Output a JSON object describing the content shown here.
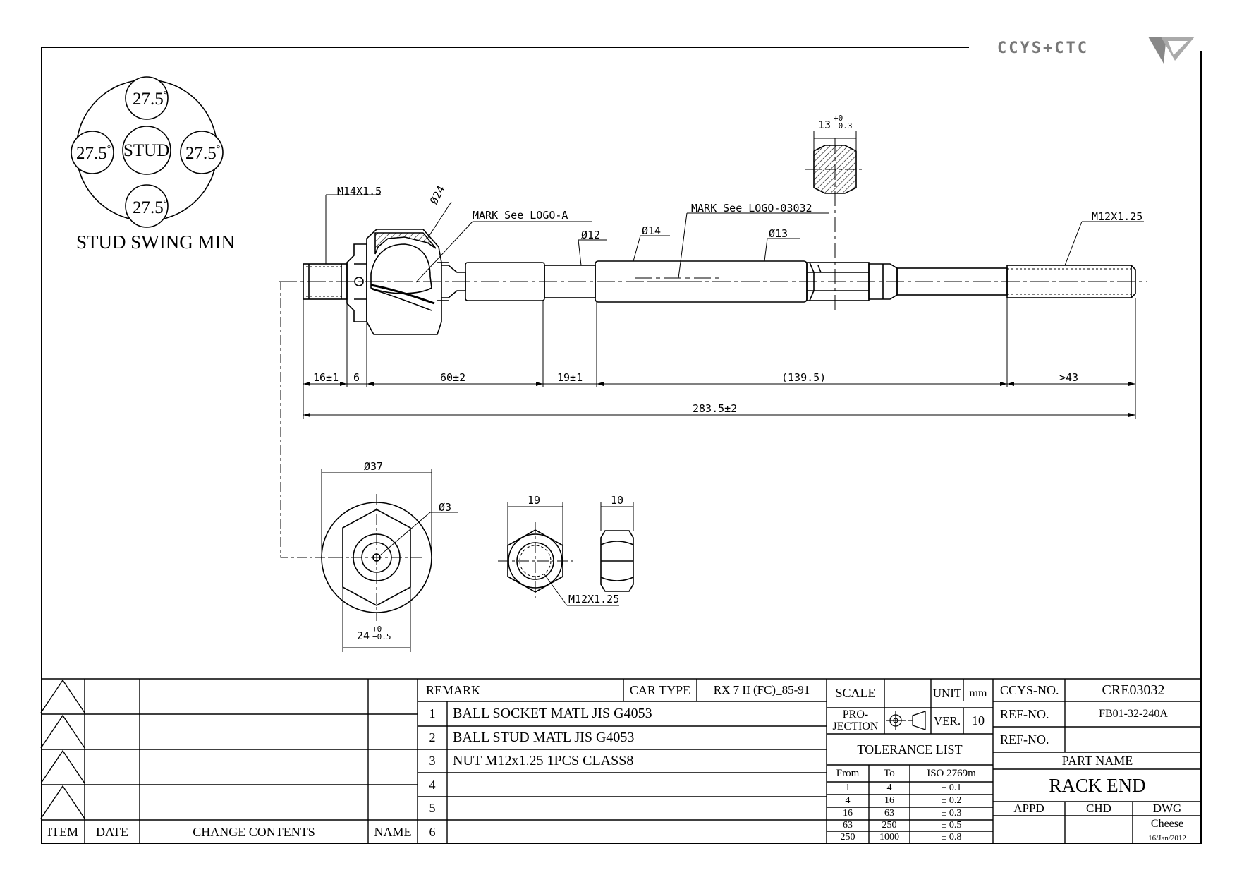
{
  "logo": {
    "text": "CCYS+CTC",
    "icon": "ccys-ctc-logo-icon"
  },
  "stud_swing": {
    "angle_top": "27.5",
    "angle_left": "27.5",
    "angle_right": "27.5",
    "angle_bottom": "27.5",
    "degree_mark": "°",
    "center": "STUD",
    "caption": "STUD SWING MIN"
  },
  "callouts": {
    "thread_left": "M14X1.5",
    "socket_dia": "Ø24",
    "mark_a": "MARK See LOGO-A",
    "shaft_dia_12": "Ø12",
    "shaft_dia_14": "Ø14",
    "mark_logo": "MARK See LOGO-03032",
    "shaft_dia_13": "Ø13",
    "hex_top_base": "13",
    "hex_top_plus": "+0",
    "hex_top_minus": "−0.3",
    "thread_right": "M12X1.25"
  },
  "dimensions": {
    "d1": "16±1",
    "d2": "6",
    "d3": "60±2",
    "d4": "19±1",
    "d5": "(139.5)",
    "d6": ">43",
    "overall": "283.5±2",
    "socket_outer": "Ø37",
    "socket_hole": "Ø3",
    "socket_hex_base": "24",
    "socket_hex_plus": "+0",
    "socket_hex_minus": "−0.5",
    "nut_width": "19",
    "nut_thick": "10",
    "nut_thread": "M12X1.25"
  },
  "revision_table": {
    "headers": {
      "item": "ITEM",
      "date": "DATE",
      "contents": "CHANGE CONTENTS",
      "name": "NAME"
    }
  },
  "remark_table": {
    "remark_label": "REMARK",
    "car_type_label": "CAR TYPE",
    "car_type_value": "RX 7 II (FC)_85-91",
    "rows": [
      {
        "no": "1",
        "text": "BALL SOCKET MATL JIS G4053"
      },
      {
        "no": "2",
        "text": "BALL STUD MATL JIS G4053"
      },
      {
        "no": "3",
        "text": "NUT M12x1.25 1PCS CLASS8"
      },
      {
        "no": "4",
        "text": ""
      },
      {
        "no": "5",
        "text": ""
      },
      {
        "no": "6",
        "text": ""
      }
    ]
  },
  "spec_table": {
    "scale_label": "SCALE",
    "scale_value": "",
    "unit_label": "UNIT",
    "unit_value": "mm",
    "projection_label_1": "PRO-",
    "projection_label_2": "JECTION",
    "ver_label": "VER.",
    "ver_value": "10",
    "tolerance_title": "TOLERANCE LIST",
    "tol_headers": {
      "from": "From",
      "to": "To",
      "iso": "ISO 2769m"
    },
    "tol_rows": [
      {
        "from": "1",
        "to": "4",
        "tol": "± 0.1"
      },
      {
        "from": "4",
        "to": "16",
        "tol": "± 0.2"
      },
      {
        "from": "16",
        "to": "63",
        "tol": "± 0.3"
      },
      {
        "from": "63",
        "to": "250",
        "tol": "± 0.5"
      },
      {
        "from": "250",
        "to": "1000",
        "tol": "± 0.8"
      }
    ]
  },
  "part_table": {
    "ccys_no_label": "CCYS-NO.",
    "ccys_no_value": "CRE03032",
    "ref_no_label_1": "REF-NO.",
    "ref_no_value_1": "FB01-32-240A",
    "ref_no_label_2": "REF-NO.",
    "ref_no_value_2": "",
    "part_name_label": "PART NAME",
    "part_name_value": "RACK END",
    "appd_label": "APPD",
    "chd_label": "CHD",
    "dwg_label": "DWG",
    "dwg_by": "Cheese",
    "dwg_date": "16/Jan/2012"
  }
}
